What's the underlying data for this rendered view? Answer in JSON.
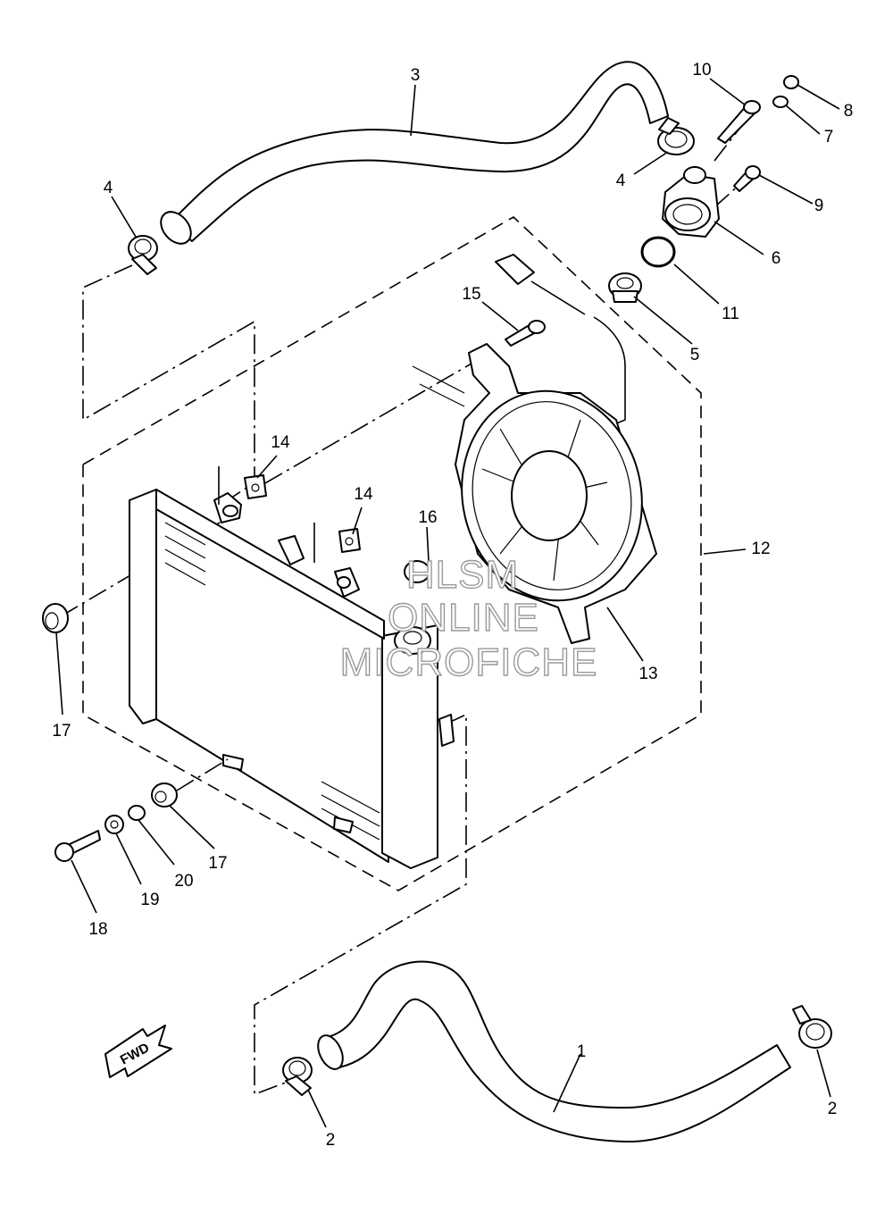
{
  "callouts": {
    "c1": "1",
    "c2a": "2",
    "c2b": "2",
    "c3": "3",
    "c4a": "4",
    "c4b": "4",
    "c5": "5",
    "c6": "6",
    "c7": "7",
    "c8": "8",
    "c9": "9",
    "c10": "10",
    "c11": "11",
    "c12": "12",
    "c13": "13",
    "c14a": "14",
    "c14b": "14",
    "c15": "15",
    "c16": "16",
    "c17a": "17",
    "c17b": "17",
    "c18": "18",
    "c19": "19",
    "c20": "20"
  },
  "fwd_label": "FWD",
  "watermark": {
    "line1": "HLSM",
    "line2": "ONLINE",
    "line3": "MICROFICHE"
  }
}
